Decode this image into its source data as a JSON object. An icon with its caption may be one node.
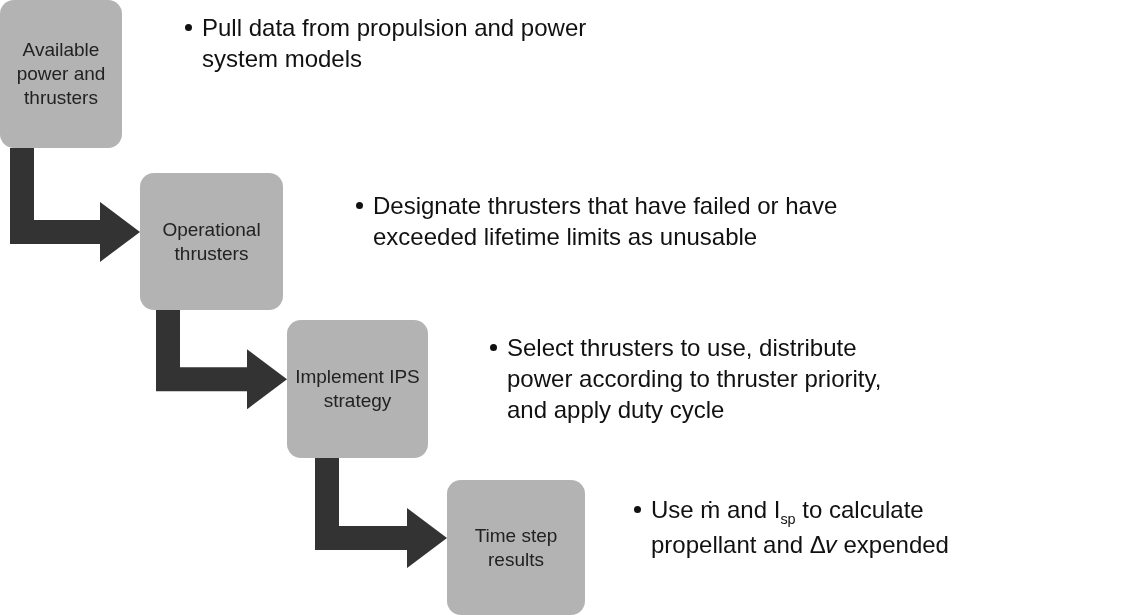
{
  "diagram": {
    "nodes": [
      {
        "text": [
          "Available power and thrusters"
        ],
        "beside": [
          "Pull data from propulsion and power system models"
        ]
      },
      {
        "text": [
          "Operational thrusters"
        ],
        "beside": [
          "Designate thrusters that have failed or have exceeded lifetime limits as unusable"
        ]
      },
      {
        "text": [
          "Implement IPS strategy"
        ],
        "beside": [
          "Select thrusters to use, distribute power according to thruster priority, and apply duty cycle"
        ]
      },
      {
        "text": [
          "Time step results"
        ],
        "beside": [
          "Use ṁ and I$_{sp}$ to calculate propellant and Δ𝑣 expended"
        ]
      }
    ],
    "edges": [
      {
        "from": 0,
        "to": 1,
        "arrow": "to"
      },
      {
        "from": 1,
        "to": 2,
        "arrow": "to"
      },
      {
        "from": 2,
        "to": 3,
        "arrow": "to"
      }
    ]
  }
}
